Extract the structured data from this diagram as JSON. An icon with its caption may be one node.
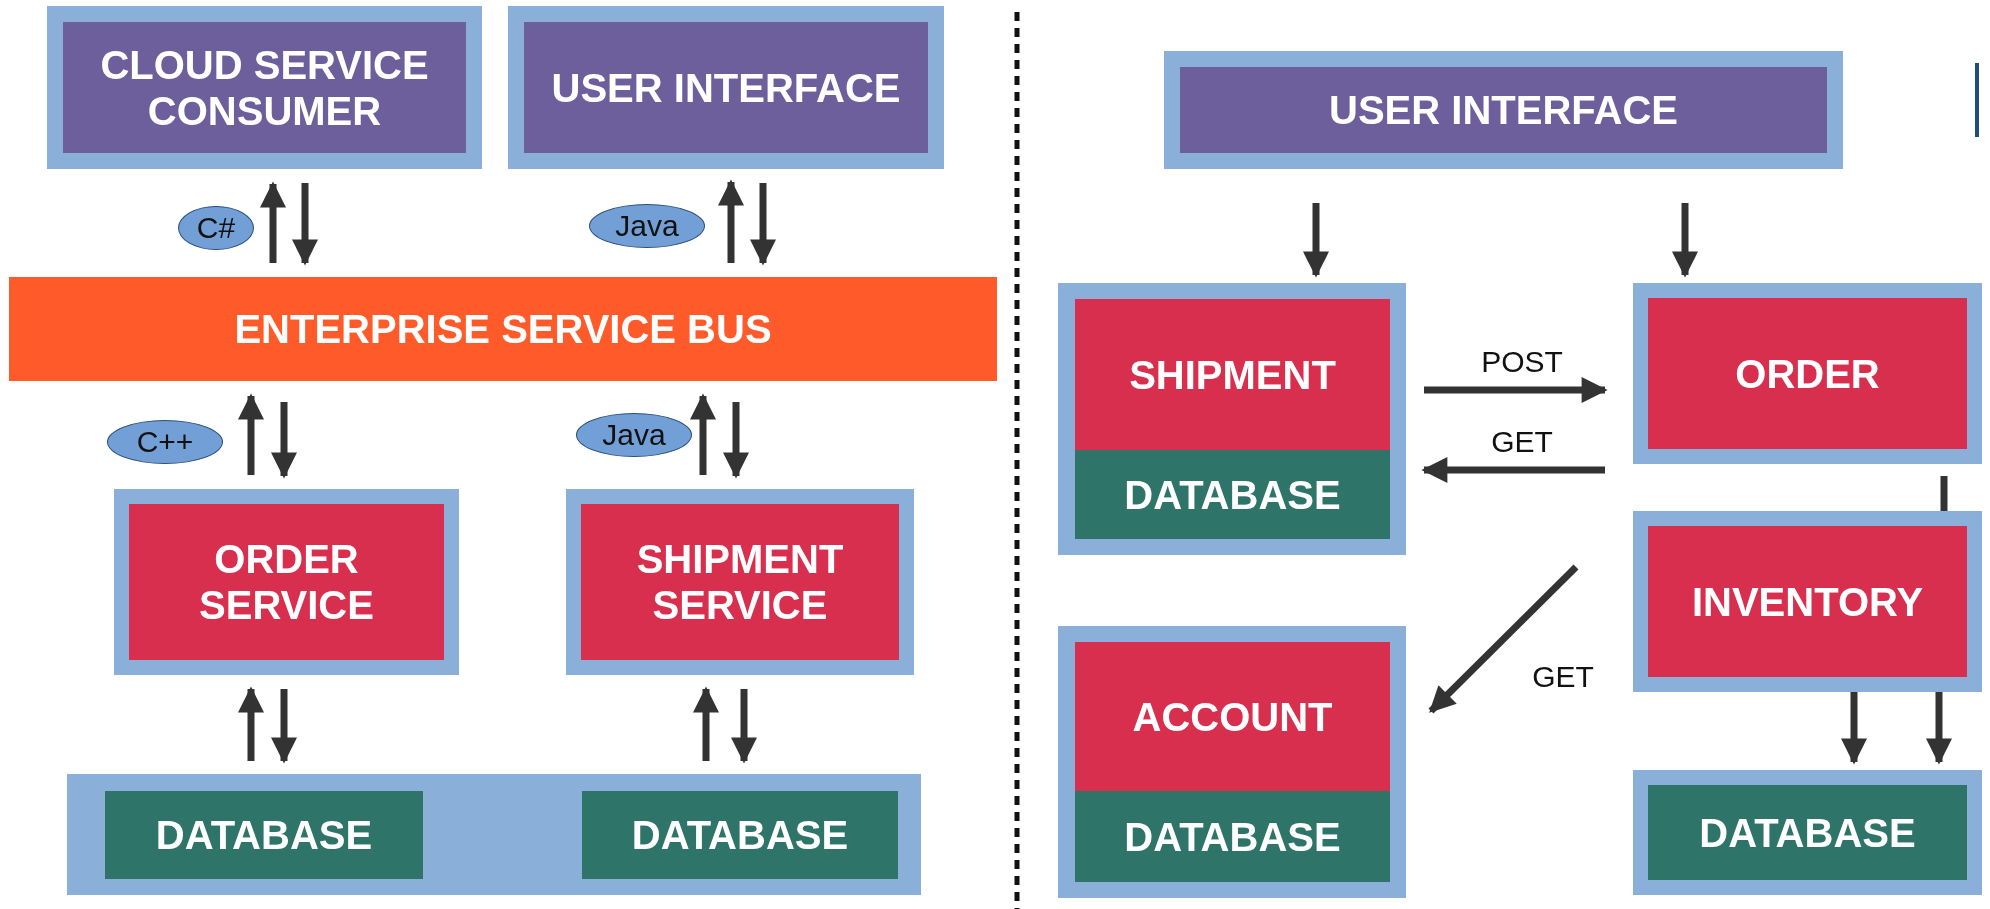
{
  "diagram": {
    "nodes": [
      {
        "text": [
          "CLOUD SERVICE CONSUMER"
        ]
      },
      {
        "text": [
          "USER INTERFACE"
        ]
      },
      {
        "text": [
          "ENTERPRISE SERVICE BUS"
        ]
      },
      {
        "text": [
          "ORDER SERVICE"
        ]
      },
      {
        "text": [
          "SHIPMENT SERVICE"
        ]
      },
      {
        "text": [],
        "shape": "box"
      },
      {
        "text": [
          "DATABASE"
        ],
        "in": 5
      },
      {
        "text": [
          "DATABASE"
        ],
        "in": 5
      },
      {
        "text": [
          "USER INTERFACE"
        ]
      },
      {
        "text": [],
        "shape": "box"
      },
      {
        "text": [
          "SHIPMENT"
        ],
        "in": 9
      },
      {
        "text": [
          "DATABASE"
        ],
        "in": 9
      },
      {
        "text": [
          "ORDER"
        ]
      },
      {
        "text": [
          "INVENTORY"
        ]
      },
      {
        "text": [],
        "shape": "box"
      },
      {
        "text": [
          "ACCOUNT"
        ],
        "in": 14
      },
      {
        "text": [
          "DATABASE"
        ],
        "in": 14
      },
      {
        "text": [
          "DATABASE"
        ]
      }
    ],
    "edges": [
      {
        "from": 2,
        "to": 0,
        "arrow": "to",
        "label": "C#"
      },
      {
        "from": 0,
        "to": 2,
        "arrow": "to"
      },
      {
        "from": 2,
        "to": 1,
        "arrow": "to",
        "label": "Java"
      },
      {
        "from": 1,
        "to": 2,
        "arrow": "to"
      },
      {
        "from": 3,
        "to": 2,
        "arrow": "to",
        "label": "C++"
      },
      {
        "from": 2,
        "to": 3,
        "arrow": "to"
      },
      {
        "from": 4,
        "to": 2,
        "arrow": "to",
        "label": "Java"
      },
      {
        "from": 2,
        "to": 4,
        "arrow": "to"
      },
      {
        "from": 6,
        "to": 3,
        "arrow": "to"
      },
      {
        "from": 3,
        "to": 6,
        "arrow": "to"
      },
      {
        "from": 7,
        "to": 4,
        "arrow": "to"
      },
      {
        "from": 4,
        "to": 7,
        "arrow": "to"
      },
      {
        "from": 8,
        "to": 9,
        "arrow": "to"
      },
      {
        "from": 8,
        "to": 12,
        "arrow": "to"
      },
      {
        "from": 9,
        "to": 12,
        "arrow": "to",
        "label": "POST"
      },
      {
        "from": 12,
        "to": 9,
        "arrow": "to",
        "label": "GET"
      },
      {
        "from": 12,
        "to": 13,
        "arrow": "none"
      },
      {
        "from": 13,
        "to": 14,
        "arrow": "to",
        "label": "GET"
      },
      {
        "from": 13,
        "to": 17,
        "arrow": "to"
      },
      {
        "from": 13,
        "to": 17,
        "arrow": "to"
      }
    ]
  }
}
